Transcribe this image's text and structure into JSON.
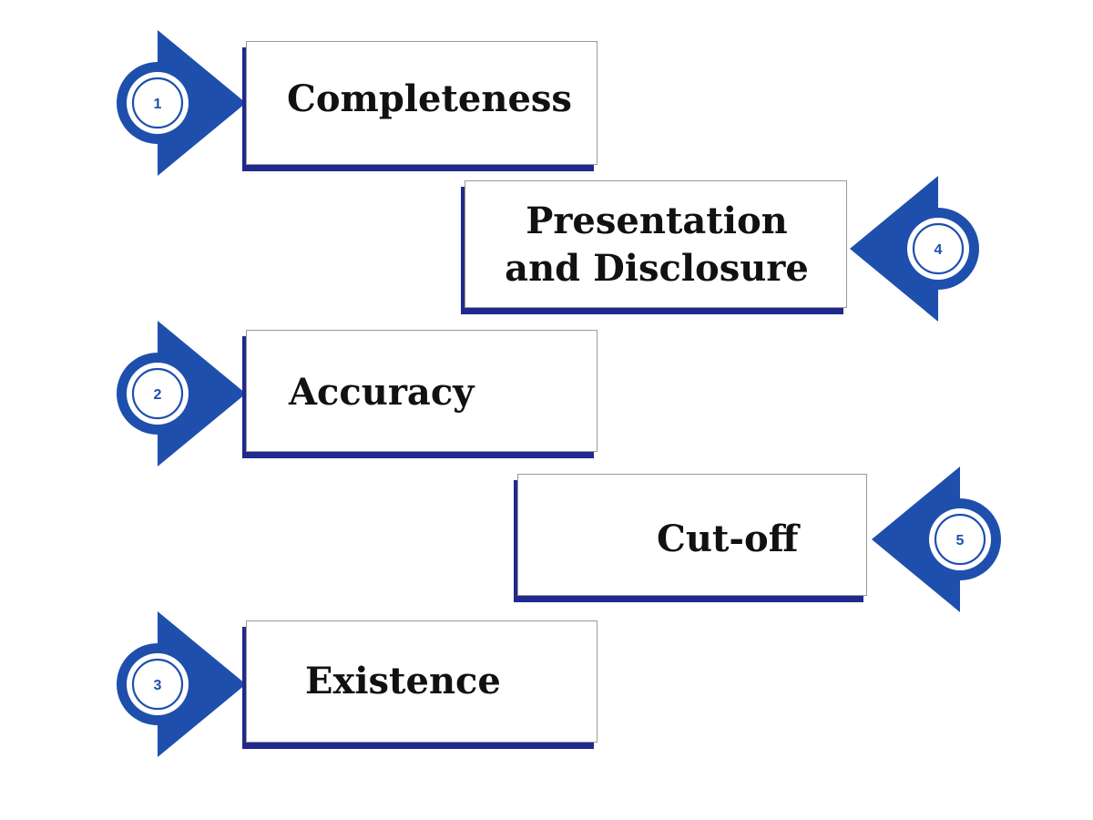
{
  "colors": {
    "primary_blue": "#1f4fad",
    "shadow_navy": "#1f2a8c",
    "ring_light": "#cfe0f7",
    "card_border": "#9a9a9a",
    "text": "#111111"
  },
  "items": [
    {
      "number": "1",
      "label": "Completeness"
    },
    {
      "number": "4",
      "label": "Presentation\nand Disclosure"
    },
    {
      "number": "2",
      "label": "Accuracy"
    },
    {
      "number": "5",
      "label": "Cut-off"
    },
    {
      "number": "3",
      "label": "Existence"
    }
  ]
}
